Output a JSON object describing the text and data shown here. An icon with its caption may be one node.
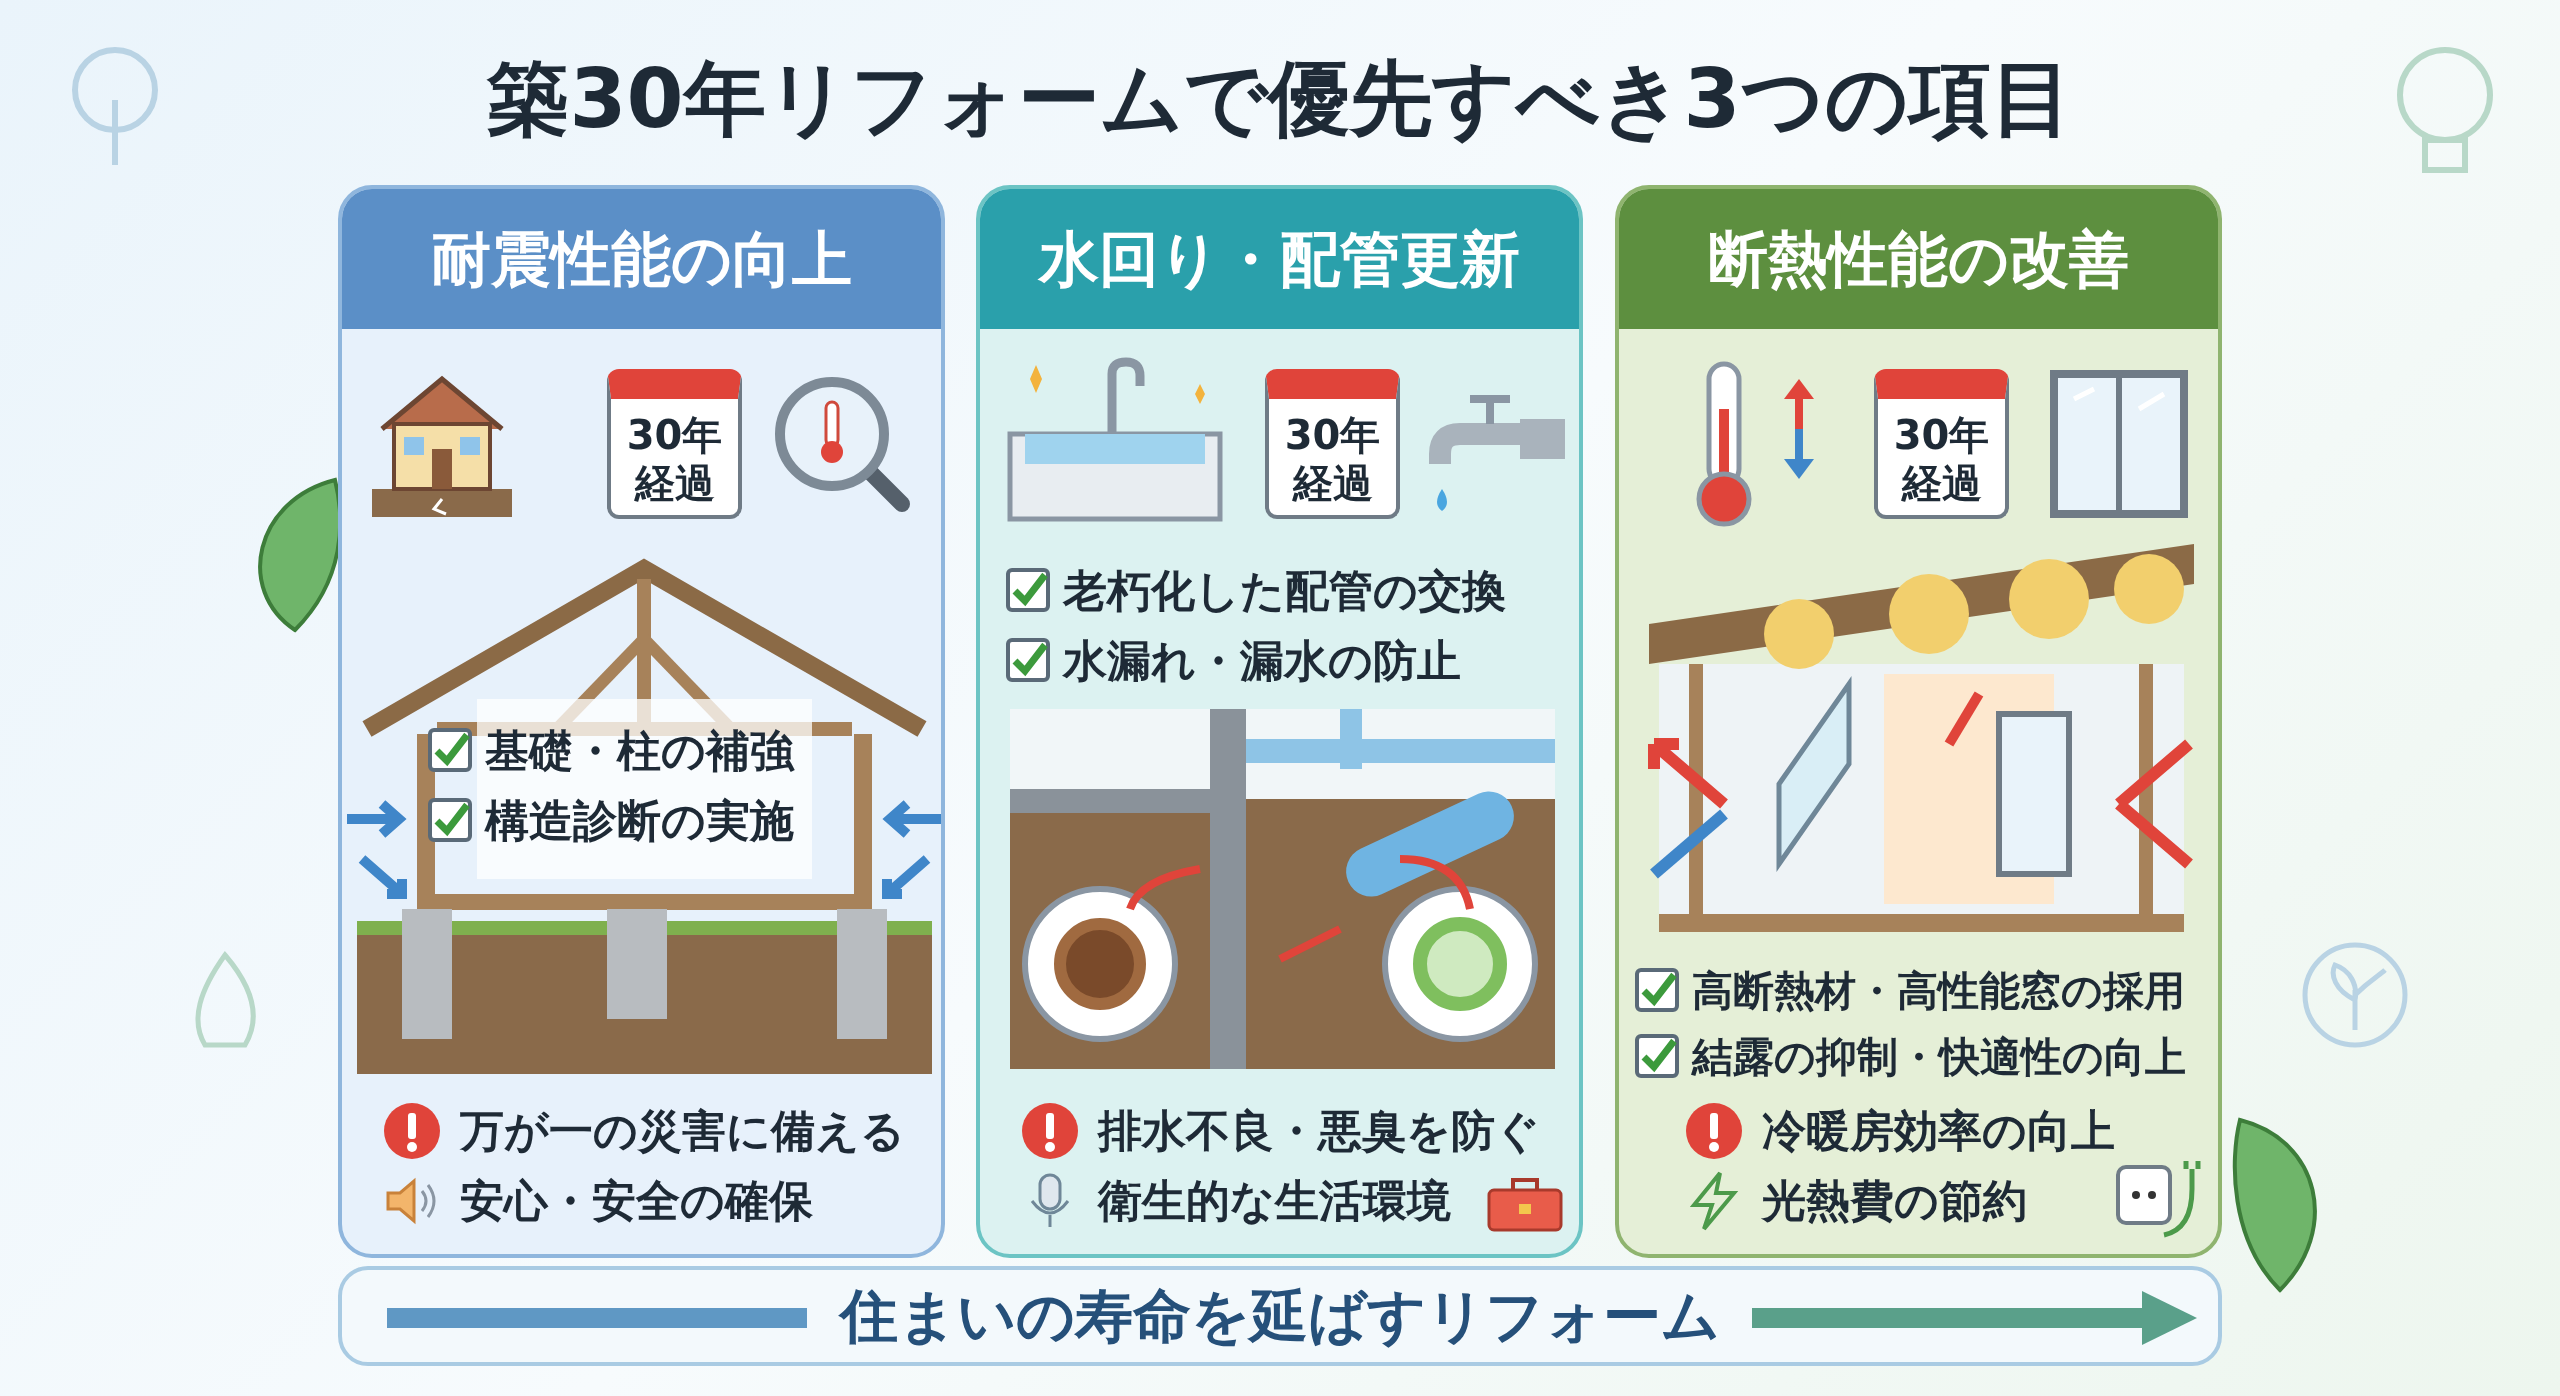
{
  "diagram": {
    "title": "築30年リフォームで優先すべき3つの項目",
    "nodes": [
      {
        "text": [
          "耐震性能の向上",
          "基礎・柱の補強",
          "構造診断の実施",
          "万が一の災害に備える",
          "安心・安全の確保"
        ]
      },
      {
        "text": [
          "30年経過"
        ],
        "in": 0
      },
      {
        "text": [
          "水回り・配管更新",
          "老朽化した配管の交換",
          "水漏れ・漏水の防止",
          "排水不良・悪臭を防ぐ",
          "衛生的な生活環境"
        ]
      },
      {
        "text": [
          "30年経過"
        ],
        "in": 2
      },
      {
        "text": [
          "断熱性能の改善",
          "高断熱材・高性能窓の採用",
          "結露の抑制・快適性の向上",
          "冷暖房効率の向上",
          "光熱費の節約"
        ]
      },
      {
        "text": [
          "30年経過"
        ],
        "in": 4
      },
      {
        "text": [
          "住まいの寿命を延ばすリフォーム"
        ]
      }
    ],
    "edges": []
  }
}
